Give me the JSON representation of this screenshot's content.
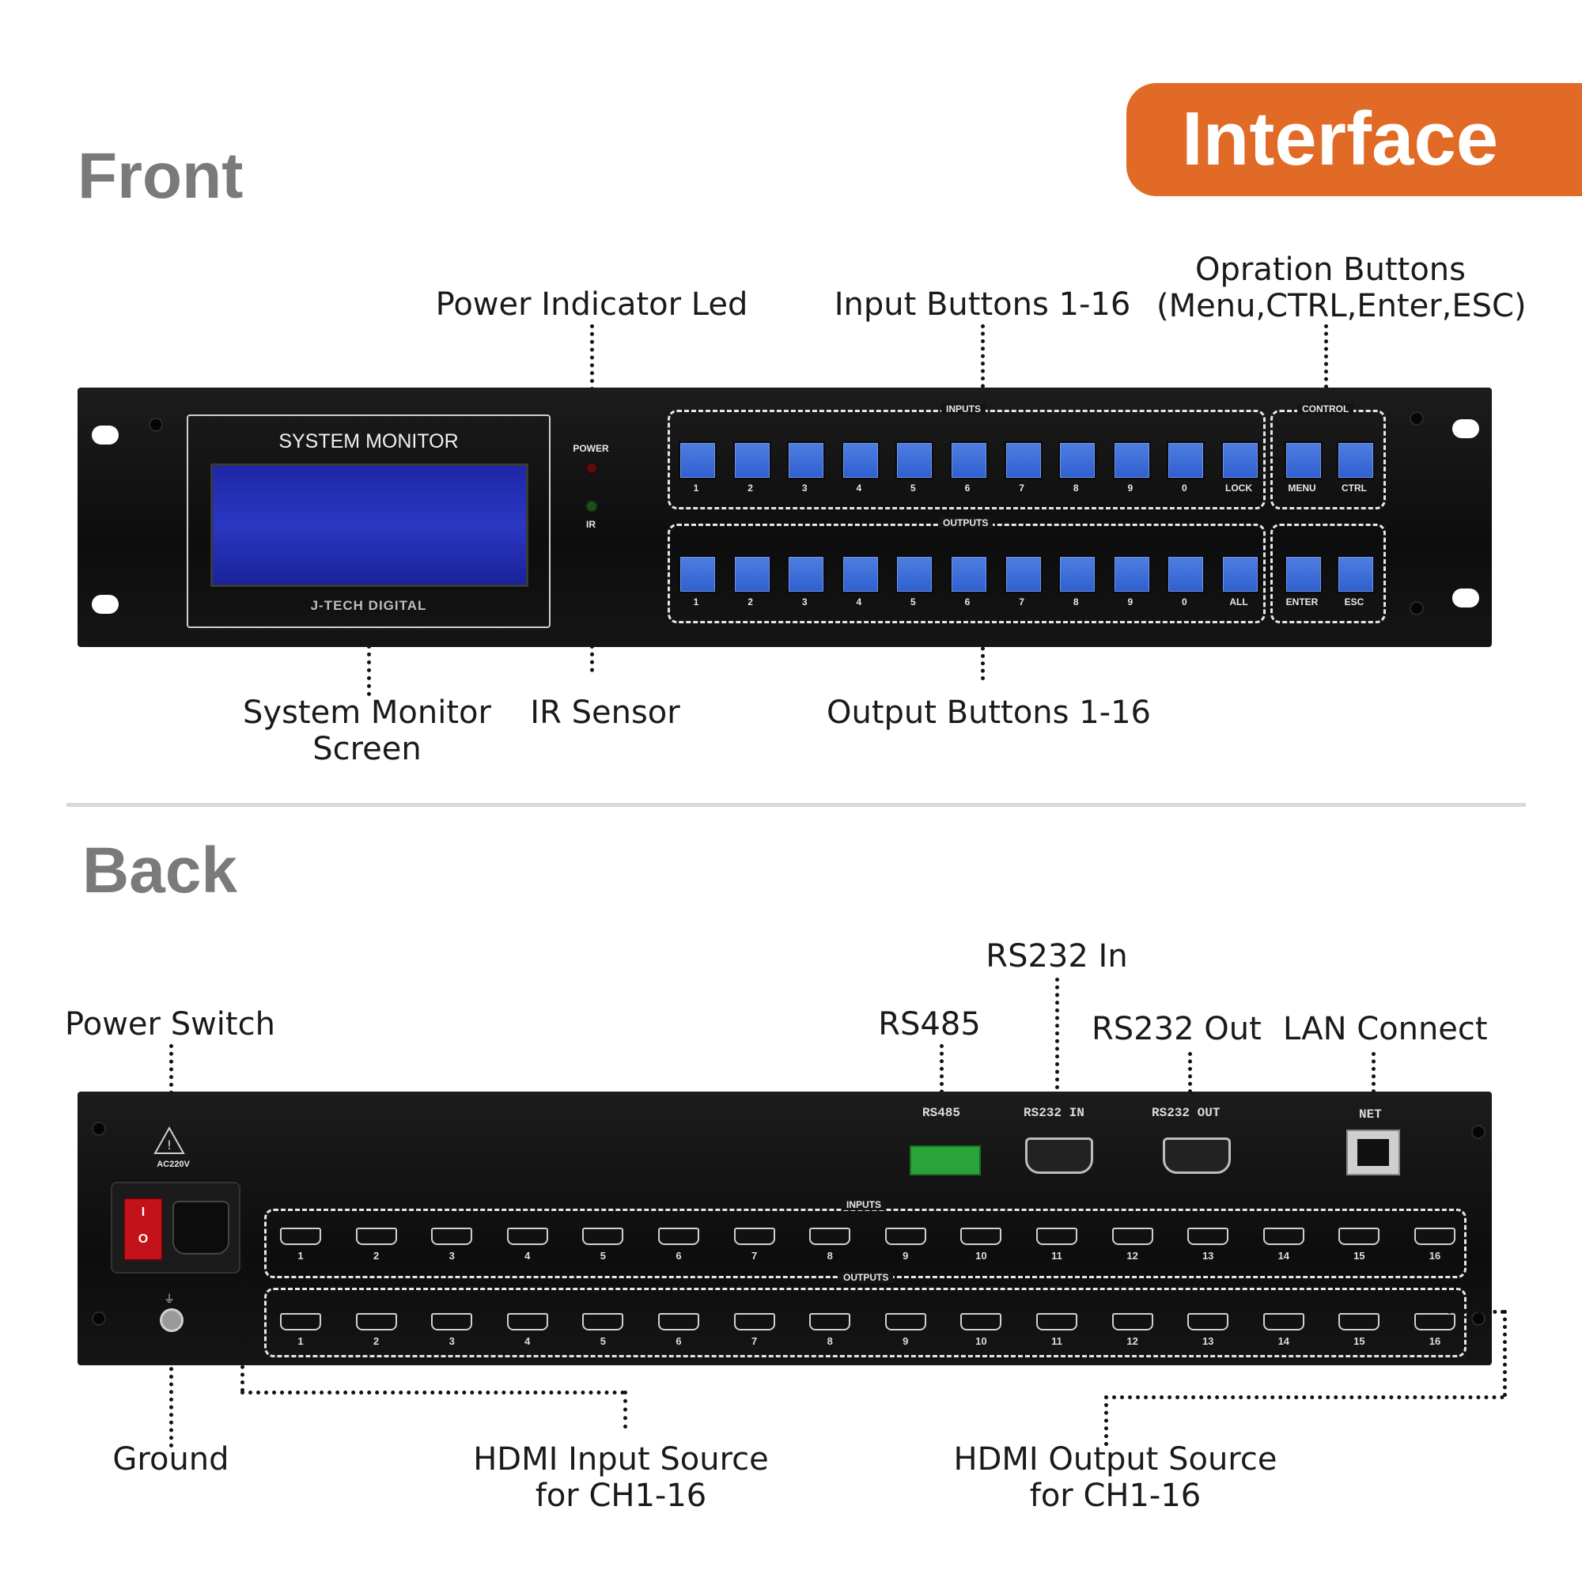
{
  "banner": {
    "title": "Interface"
  },
  "front": {
    "section_title": "Front",
    "callouts": {
      "power_led": "Power Indicator Led",
      "input_buttons": "Input Buttons 1-16",
      "operation_buttons_line1": "Opration Buttons",
      "operation_buttons_line2": "(Menu,CTRL,Enter,ESC)",
      "monitor_line1": "System Monitor",
      "monitor_line2": "Screen",
      "ir_sensor": "IR Sensor",
      "output_buttons": "Output Buttons 1-16"
    },
    "panel": {
      "monitor_title": "SYSTEM MONITOR",
      "brand": "J-TECH DIGITAL",
      "power_label": "POWER",
      "ir_label": "IR",
      "inputs_label": "INPUTS",
      "outputs_label": "OUTPUTS",
      "control_label": "CONTROL",
      "input_buttons": [
        "1",
        "2",
        "3",
        "4",
        "5",
        "6",
        "7",
        "8",
        "9",
        "0",
        "LOCK"
      ],
      "output_buttons": [
        "1",
        "2",
        "3",
        "4",
        "5",
        "6",
        "7",
        "8",
        "9",
        "0",
        "ALL"
      ],
      "control_top": [
        "MENU",
        "CTRL"
      ],
      "control_bottom": [
        "ENTER",
        "ESC"
      ]
    }
  },
  "back": {
    "section_title": "Back",
    "callouts": {
      "power_switch": "Power Switch",
      "rs485": "RS485",
      "rs232_in": "RS232 In",
      "rs232_out": "RS232 Out",
      "lan": "LAN Connect",
      "ground": "Ground",
      "hdmi_in_line1": "HDMI Input Source",
      "hdmi_in_line2": "for CH1-16",
      "hdmi_out_line1": "HDMI Output Source",
      "hdmi_out_line2": "for CH1-16"
    },
    "panel": {
      "ac_label": "AC220V",
      "rs485_label": "RS485",
      "rs232_in_label": "RS232 IN",
      "rs232_out_label": "RS232 OUT",
      "net_label": "NET",
      "inputs_label": "INPUTS",
      "outputs_label": "OUTPUTS",
      "switch_on": "I",
      "switch_off": "O",
      "ports": [
        "1",
        "2",
        "3",
        "4",
        "5",
        "6",
        "7",
        "8",
        "9",
        "10",
        "11",
        "12",
        "13",
        "14",
        "15",
        "16"
      ]
    }
  },
  "colors": {
    "banner": "#e06a26",
    "button_blue": "#3a68d8",
    "lcd_blue": "#2330b4",
    "title_gray": "#7a7a7a"
  }
}
